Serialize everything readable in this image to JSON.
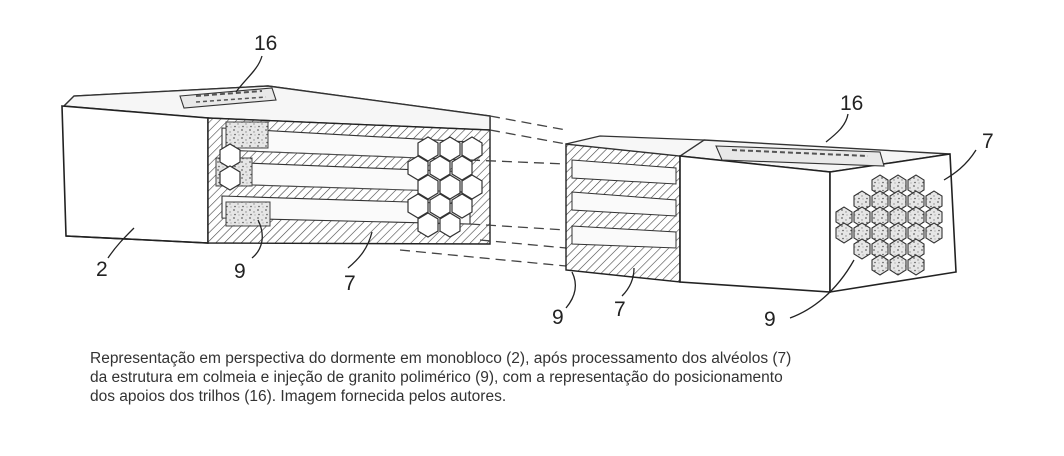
{
  "figure": {
    "labels": {
      "l16a": "16",
      "l16b": "16",
      "l2": "2",
      "l9a": "9",
      "l7a": "7",
      "l9b": "9",
      "l7b": "7",
      "l7c": "7",
      "l9c": "9"
    }
  },
  "caption": {
    "line1": "Representação em perspectiva do dormente em monobloco (2), após processamento dos alvéolos (7)",
    "line2": "da estrutura em colmeia e injeção de granito polimérico (9), com a representação do posicionamento",
    "line3": "dos apoios dos trilhos (16). Imagem fornecida pelos autores."
  }
}
